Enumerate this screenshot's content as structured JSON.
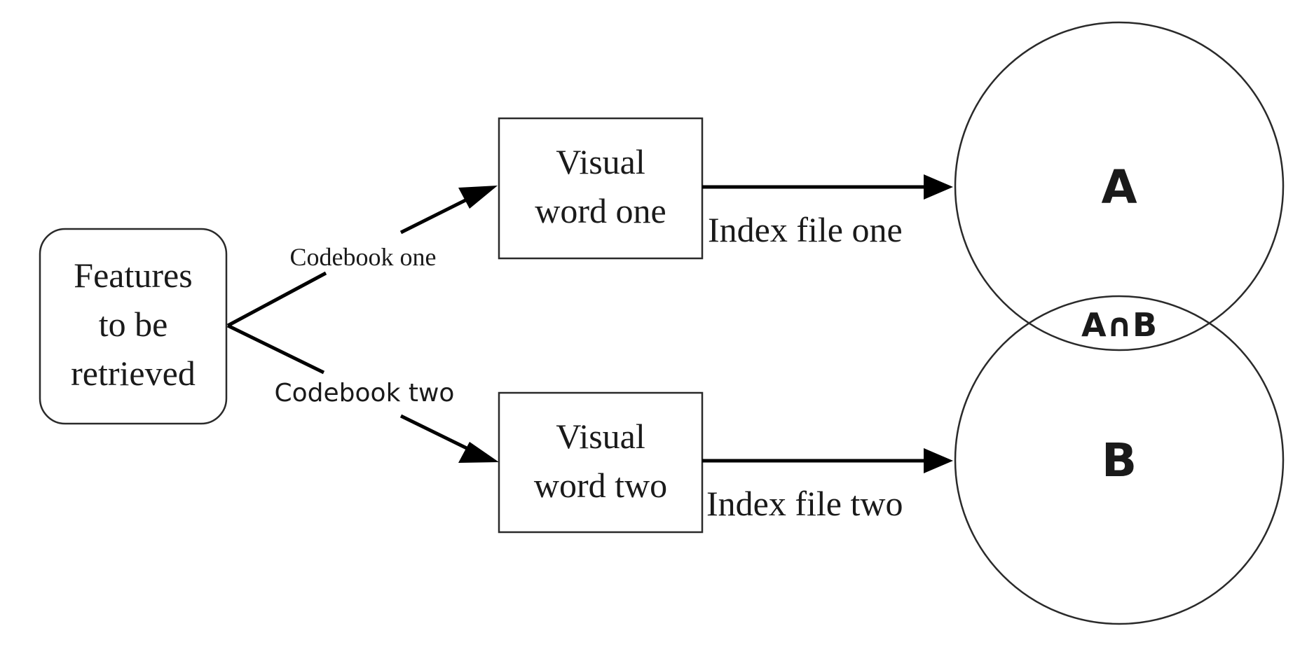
{
  "nodes": {
    "features": {
      "lines": [
        "Features",
        "to be",
        "retrieved"
      ]
    },
    "word_one": {
      "lines": [
        "Visual",
        "word one"
      ]
    },
    "word_two": {
      "lines": [
        "Visual",
        "word two"
      ]
    }
  },
  "edges": {
    "codebook_one": "Codebook one",
    "codebook_two": "Codebook two",
    "index_one": "Index file one",
    "index_two": "Index file two"
  },
  "sets": {
    "a": "A",
    "b": "B",
    "intersection": "A∩B"
  }
}
